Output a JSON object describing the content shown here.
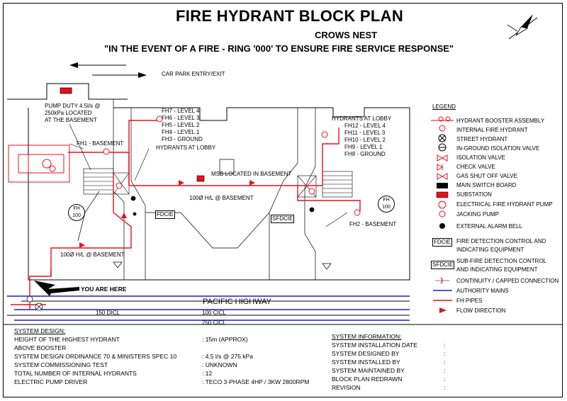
{
  "header": {
    "title": "FIRE HYDRANT BLOCK PLAN",
    "building": "CROWS NEST",
    "warning": "\"IN THE EVENT OF A FIRE - RING '000' TO ENSURE FIRE SERVICE RESPONSE\""
  },
  "plan": {
    "carpark": "CAR PARK ENTRY/EXIT",
    "pump_note": [
      "PUMP DUTY 4.5l/s @",
      "250kPa LOCATED",
      "AT THE BASEMENT"
    ],
    "fh1": "FH1 - BASEMENT",
    "fh2": "FH2 - BASEMENT",
    "lobby_left_list": [
      "FH7 - LEVEL 4",
      "FH6 - LEVEL 3",
      "FH5 - LEVEL 2",
      "FH4 - LEVEL 1",
      "FH3 - GROUND"
    ],
    "lobby_left_title": "HYDRANTS AT LOBBY",
    "lobby_right_title": "HYDRANTS AT LOBBY",
    "lobby_right_list": [
      "FH12 - LEVEL 4",
      "FH11 - LEVEL 3",
      "FH10 - LEVEL 2",
      "FH9 - LEVEL 1",
      "FH8 - GROUND"
    ],
    "msb": "MSB LOCATED IN BASEMENT",
    "main_pipe_1": "100Ø H/L @ BASEMENT",
    "main_pipe_2": "100Ø H/L @ BASEMENT",
    "fdcie": "FDCIE",
    "sfdcie": "SFDCIE",
    "fh_circle_top": "FH",
    "fh_circle_num": "100",
    "you_are_here": "YOU ARE HERE",
    "highway": "PACIFIC HIGHWAY",
    "main_150": "150 DICL",
    "main_100": "100 CICL",
    "main_250": "250 CICL"
  },
  "legend": {
    "title": "LEGEND",
    "items": [
      "HYDRANT BOOSTER ASSEMBLY",
      "INTERNAL FIRE HYDRANT",
      "STREET HYDRANT",
      "IN-GROUND ISOLATION VALVE",
      "ISOLATION VALVE",
      "CHECK VALVE",
      "GAS SHUT OFF VALVE",
      "MAIN SWITCH BOARD",
      "SUBSTATION",
      "ELECTRICAL FIRE HYDRANT PUMP",
      "JACKING PUMP",
      "EXTERNAL ALARM BELL"
    ],
    "fdcie_code": "FDCIE",
    "fdcie_text": [
      "FIRE DETECTION CONTROL AND",
      "INDICATING EQUIPMENT"
    ],
    "sfdcie_code": "SFDCIE",
    "sfdcie_text": [
      "SUB-FIRE DETECTION CONTROL",
      "AND INDICATING EQUIPMENT"
    ],
    "lines": [
      "CONTINUITY / CAPPED CONNECTION",
      "AUTHORITY MAINS",
      "FH PIPES",
      "FLOW DIRECTION"
    ]
  },
  "system_design": {
    "title": "SYSTEM DESIGN:",
    "rows": [
      {
        "label": "HEIGHT OF THE HIGHEST HYDRANT",
        "value": ": 15m (APPROX)"
      },
      {
        "label": "ABOVE BOOSTER",
        "value": ""
      },
      {
        "label": "SYSTEM DESIGN ORDINANCE 70 & MINISTERS SPEC 10",
        "value": ": 4.5 l/s @ 275 kPa"
      },
      {
        "label": "SYSTEM COMMISSIONING TEST",
        "value": ": UNKNOWN"
      },
      {
        "label": "TOTAL NUMBER OF INTERNAL HYDRANTS",
        "value": ": 12"
      },
      {
        "label": "ELECTRIC PUMP DRIVER",
        "value": ": TECO 3-PHASE 4HP / 3KW 2800RPM"
      }
    ]
  },
  "system_info": {
    "title": "SYSTEM INFORMATION:",
    "rows": [
      {
        "label": "SYSTEM INSTALLATION DATE",
        "value": ":"
      },
      {
        "label": "SYSTEM DESIGNED BY",
        "value": ":"
      },
      {
        "label": "SYSTEM INSTALLED BY",
        "value": ":"
      },
      {
        "label": "SYSTEM MAINTAINED BY",
        "value": ":"
      },
      {
        "label": "BLOCK PLAN REDRAWN",
        "value": ":"
      },
      {
        "label": "REVISION",
        "value": ":"
      }
    ]
  },
  "colors": {
    "pipe": "#e8101a",
    "main": "#1b1bd6",
    "outline": "#000000"
  },
  "icons": [
    "north-arrow-icon",
    "booster-assembly-icon",
    "hydrant-icon",
    "street-hydrant-icon",
    "valve-icon",
    "alarm-bell-icon",
    "pump-icon"
  ]
}
